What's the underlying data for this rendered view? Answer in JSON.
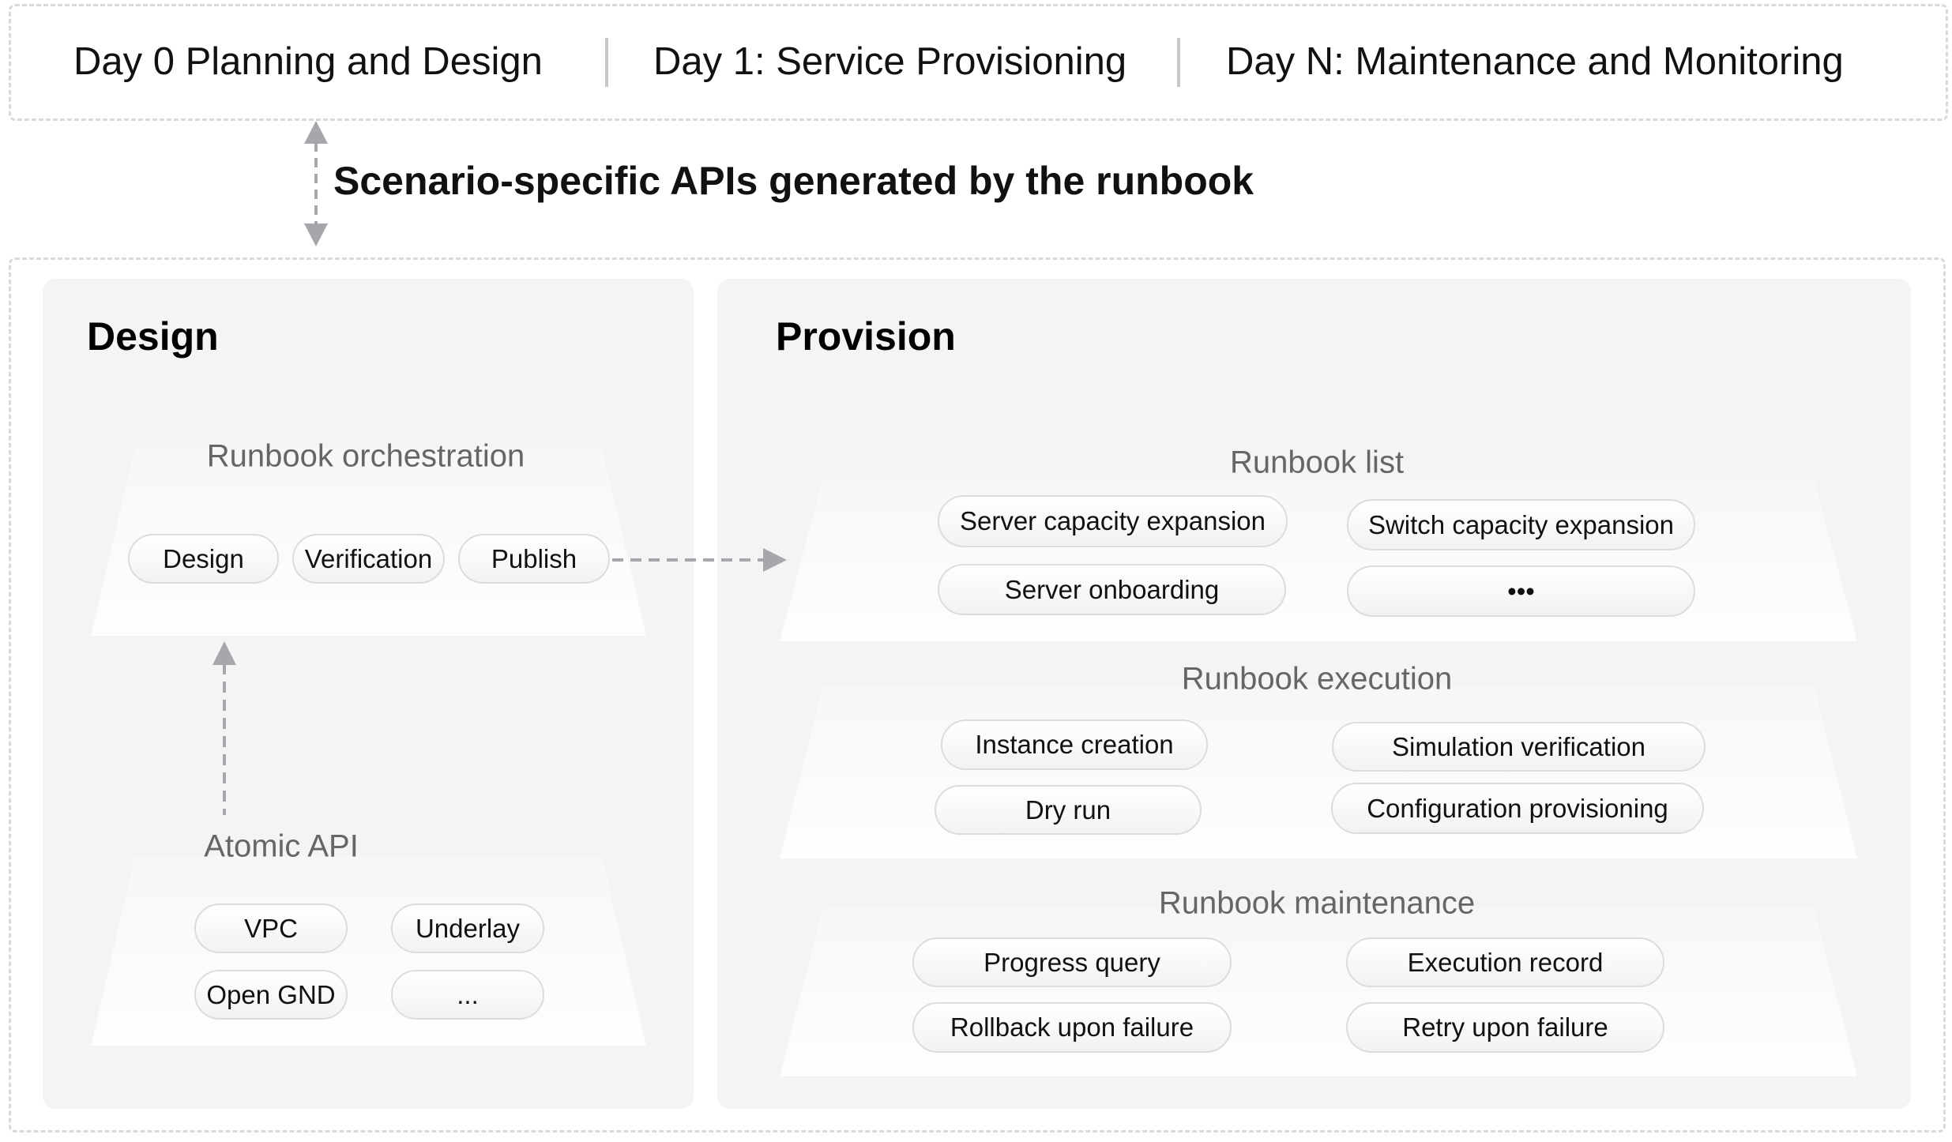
{
  "phases": [
    "Day 0 Planning and Design",
    "Day 1: Service Provisioning",
    "Day N: Maintenance and Monitoring"
  ],
  "api_caption": "Scenario-specific APIs generated by the runbook",
  "design": {
    "title": "Design",
    "orchestration": {
      "label": "Runbook orchestration",
      "items": [
        "Design",
        "Verification",
        "Publish"
      ]
    },
    "atomic": {
      "label": "Atomic API",
      "items": [
        "VPC",
        "Underlay",
        "Open GND",
        "..."
      ]
    }
  },
  "provision": {
    "title": "Provision",
    "list": {
      "label": "Runbook list",
      "items": [
        "Server capacity expansion",
        "Switch capacity expansion",
        "Server onboarding",
        "•••"
      ]
    },
    "execution": {
      "label": "Runbook execution",
      "items": [
        "Instance creation",
        "Simulation verification",
        "Dry run",
        "Configuration provisioning"
      ]
    },
    "maintenance": {
      "label": "Runbook maintenance",
      "items": [
        "Progress query",
        "Execution record",
        "Rollback upon failure",
        "Retry upon failure"
      ]
    }
  },
  "colors": {
    "arrow": "#a6a6ad",
    "panel": "#f4f4f4",
    "dash": "#d9d9d9"
  }
}
